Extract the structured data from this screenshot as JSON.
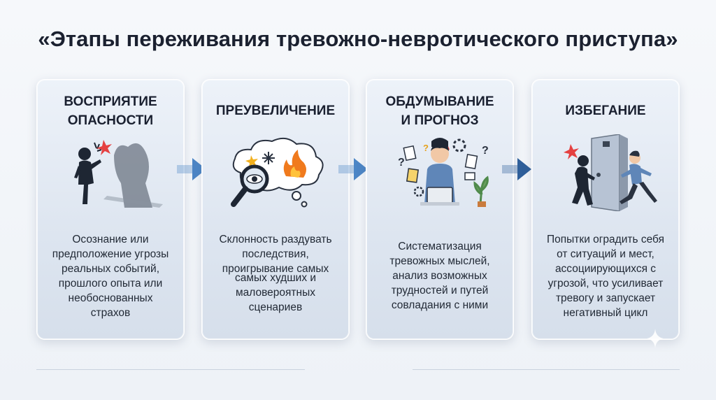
{
  "title": "«Этапы переживания тревожно-невротического приступа»",
  "stages": [
    {
      "title_lines": [
        "ВОСПРИЯТИЕ",
        "ОПАСНОСТИ"
      ],
      "text_lines": [
        "Осознание или",
        "предположение угрозы",
        "реальных событий,",
        "прошлого опыта или",
        "необоснованных",
        "страхов"
      ],
      "icon": "person-with-shadow-icon"
    },
    {
      "title_lines": [
        "ПРЕУВЕЛИЧЕНИЕ"
      ],
      "text_lines": [
        "Склонность раздувать",
        "последствия,",
        "проигрывание  самых",
        "самых худших и",
        "маловероятных",
        "сценариев"
      ],
      "icon": "magnifier-thought-cloud-icon"
    },
    {
      "title_lines": [
        "ОБДУМЫВАНИЕ",
        "И ПРОГНОЗ"
      ],
      "text_lines": [
        "Систематизация",
        "тревожных мыслей,",
        "анализ возможных",
        "трудностей и путей",
        "совладания с ними"
      ],
      "icon": "worried-person-laptop-icon"
    },
    {
      "title_lines": [
        "ИЗБЕГАНИЕ"
      ],
      "text_lines": [
        "Попытки оградить себя",
        "от ситуаций и мест,",
        "ассоциирующихся с",
        "угрозой, что усиливает",
        "тревогу и запускает",
        "негативный цикл"
      ],
      "icon": "person-running-door-icon"
    }
  ],
  "colors": {
    "arrow": "#4d86c6",
    "title": "#1b2130",
    "card_top": "#edf2f9",
    "card_bottom": "#d6dfeb",
    "fire": "#f07a1d"
  }
}
